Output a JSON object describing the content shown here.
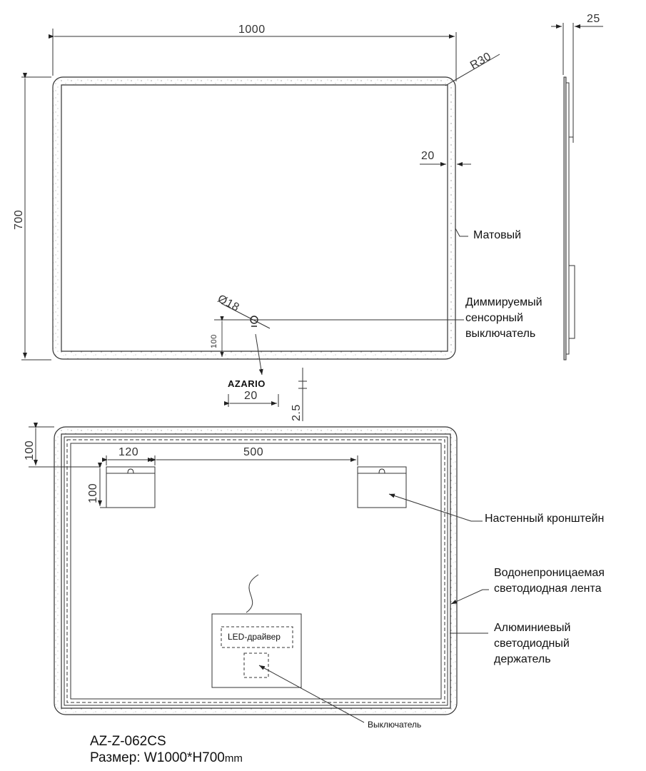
{
  "front_view": {
    "width_dim": "1000",
    "height_dim": "700",
    "corner_radius": "R30",
    "frame_width": "20",
    "switch_diameter": "Ø18",
    "switch_offset": "100",
    "logo_text": "AZARIO",
    "logo_width": "20",
    "logo_thickness": "2.5",
    "labels": {
      "matte": "Матовый",
      "dimmable_switch": [
        "Диммируемый",
        "сенсорный",
        "выключатель"
      ]
    }
  },
  "side_view": {
    "depth_dim": "25"
  },
  "back_view": {
    "top_offset": "100",
    "bracket_width": "120",
    "bracket_spacing": "500",
    "bracket_height": "100",
    "driver_label": "LED-драйвер",
    "labels": {
      "wall_bracket": "Настенный кронштейн",
      "led_strip": [
        "Водонепроницаемая",
        "светодиодная лента"
      ],
      "aluminum_holder": [
        "Алюминиевый",
        "светодиодный",
        "держатель"
      ],
      "switch": "Выключатель"
    }
  },
  "footer": {
    "model": "AZ-Z-062CS",
    "size_prefix": "Размер: W1000*H700",
    "size_unit": "mm"
  }
}
